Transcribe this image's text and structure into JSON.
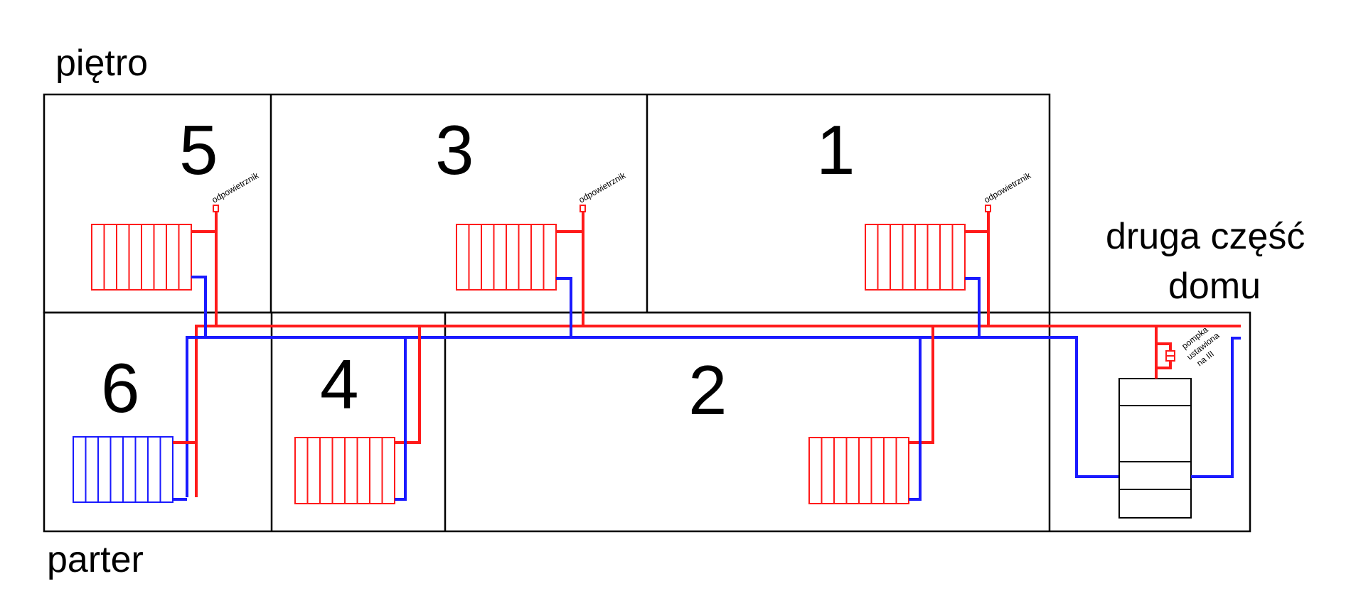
{
  "floors": {
    "upper": "piętro",
    "ground": "parter"
  },
  "other_part": {
    "line1": "druga część",
    "line2": "domu"
  },
  "rooms": {
    "r1": "1",
    "r2": "2",
    "r3": "3",
    "r4": "4",
    "r5": "5",
    "r6": "6"
  },
  "vent_label": "odpowietrznik",
  "pump_note": {
    "line1": "pompka",
    "line2": "ustawiona",
    "line3": "na III"
  },
  "colors": {
    "supply_pipe": "#ff1a1a",
    "return_pipe": "#1a1aff",
    "walls": "#000000"
  }
}
